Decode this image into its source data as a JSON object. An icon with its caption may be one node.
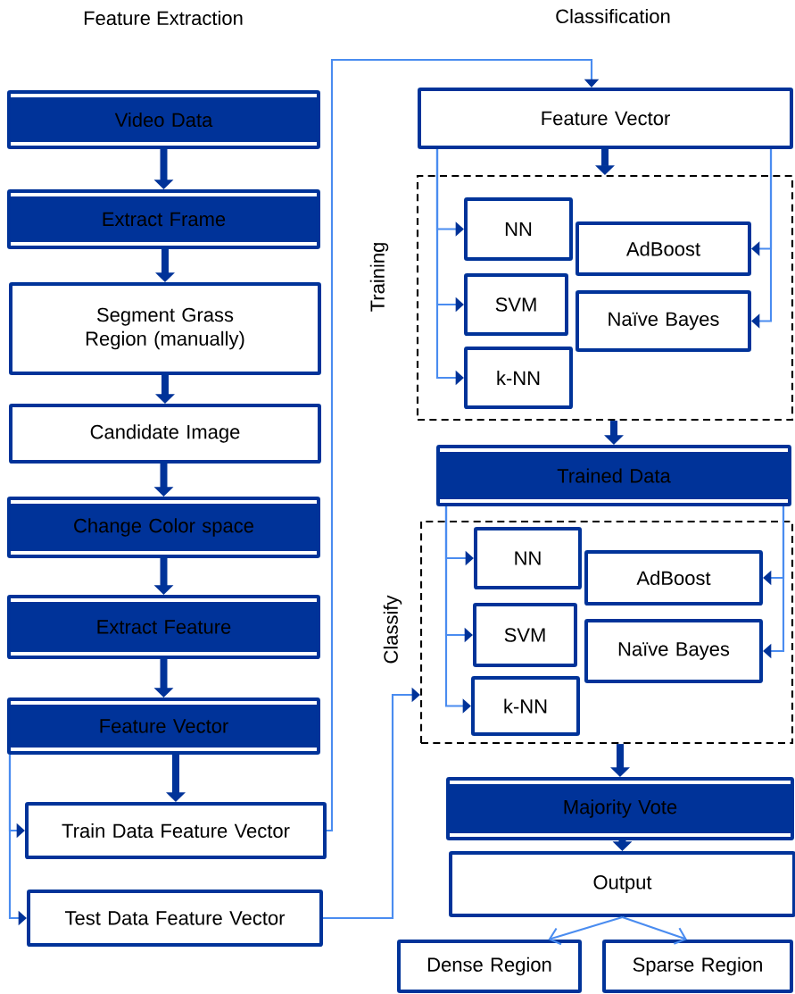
{
  "diagram": {
    "nodes": [
      {
        "text": [
          "Video Data"
        ]
      },
      {
        "text": [
          "Extract Frame"
        ]
      },
      {
        "text": [
          "Segment Grass Region (manually)"
        ]
      },
      {
        "text": [
          "Candidate Image"
        ]
      },
      {
        "text": [
          "Change Color space"
        ]
      },
      {
        "text": [
          "Extract Feature"
        ]
      },
      {
        "text": [
          "Feature Vector"
        ]
      },
      {
        "text": [
          "Train Data Feature Vector"
        ]
      },
      {
        "text": [
          "Test Data Feature Vector"
        ]
      },
      {
        "text": [
          "Feature Vector"
        ]
      },
      {
        "text": [
          "Training"
        ]
      },
      {
        "text": [
          "NN"
        ],
        "in": 10
      },
      {
        "text": [
          "AdBoost"
        ],
        "in": 10
      },
      {
        "text": [
          "SVM"
        ],
        "in": 10
      },
      {
        "text": [
          "Naïve Bayes"
        ],
        "in": 10
      },
      {
        "text": [
          "k-NN"
        ],
        "in": 10
      },
      {
        "text": [
          "Trained Data"
        ]
      },
      {
        "text": [
          "Classify"
        ]
      },
      {
        "text": [
          "NN"
        ],
        "in": 17
      },
      {
        "text": [
          "AdBoost"
        ],
        "in": 17
      },
      {
        "text": [
          "SVM"
        ],
        "in": 17
      },
      {
        "text": [
          "Naïve Bayes"
        ],
        "in": 17
      },
      {
        "text": [
          "k-NN"
        ],
        "in": 17
      },
      {
        "text": [
          "Majority Vote"
        ]
      },
      {
        "text": [
          "Output"
        ]
      },
      {
        "text": [
          "Dense Region"
        ]
      },
      {
        "text": [
          "Sparse Region"
        ]
      }
    ],
    "edges": [
      {
        "from": 0,
        "to": 1,
        "arrow": "to",
        "style": "thick",
        "color": "#003399"
      },
      {
        "from": 1,
        "to": 2,
        "arrow": "to",
        "style": "thick",
        "color": "#003399"
      },
      {
        "from": 2,
        "to": 3,
        "arrow": "to",
        "style": "thick",
        "color": "#003399"
      },
      {
        "from": 3,
        "to": 4,
        "arrow": "to",
        "style": "thick",
        "color": "#003399"
      },
      {
        "from": 4,
        "to": 5,
        "arrow": "to",
        "style": "thick",
        "color": "#003399"
      },
      {
        "from": 5,
        "to": 6,
        "arrow": "to",
        "style": "thick",
        "color": "#003399"
      },
      {
        "from": 6,
        "to": 7,
        "arrow": "to",
        "style": "thick",
        "color": "#003399"
      },
      {
        "from": 6,
        "to": 7,
        "arrow": "to"
      },
      {
        "from": 6,
        "to": 8,
        "arrow": "to"
      },
      {
        "from": 7,
        "to": 9,
        "arrow": "to"
      },
      {
        "from": 8,
        "to": 17,
        "arrow": "to"
      },
      {
        "from": 9,
        "to": 10,
        "arrow": "to",
        "style": "thick",
        "color": "#003399"
      },
      {
        "from": 9,
        "to": 11,
        "arrow": "to"
      },
      {
        "from": 9,
        "to": 13,
        "arrow": "to"
      },
      {
        "from": 9,
        "to": 15,
        "arrow": "to"
      },
      {
        "from": 9,
        "to": 12,
        "arrow": "to"
      },
      {
        "from": 9,
        "to": 14,
        "arrow": "to"
      },
      {
        "from": 10,
        "to": 16,
        "arrow": "to",
        "style": "thick",
        "color": "#003399"
      },
      {
        "from": 16,
        "to": 18,
        "arrow": "to"
      },
      {
        "from": 16,
        "to": 20,
        "arrow": "to"
      },
      {
        "from": 16,
        "to": 22,
        "arrow": "to"
      },
      {
        "from": 16,
        "to": 19,
        "arrow": "to"
      },
      {
        "from": 16,
        "to": 21,
        "arrow": "to"
      },
      {
        "from": 17,
        "to": 23,
        "arrow": "to",
        "style": "thick",
        "color": "#003399"
      },
      {
        "from": 23,
        "to": 24,
        "arrow": "to",
        "style": "thick",
        "color": "#003399"
      },
      {
        "from": 24,
        "to": 25,
        "arrow": "to"
      },
      {
        "from": 24,
        "to": 26,
        "arrow": "to"
      }
    ],
    "labels": [
      "Feature Extraction",
      "Classification"
    ]
  }
}
